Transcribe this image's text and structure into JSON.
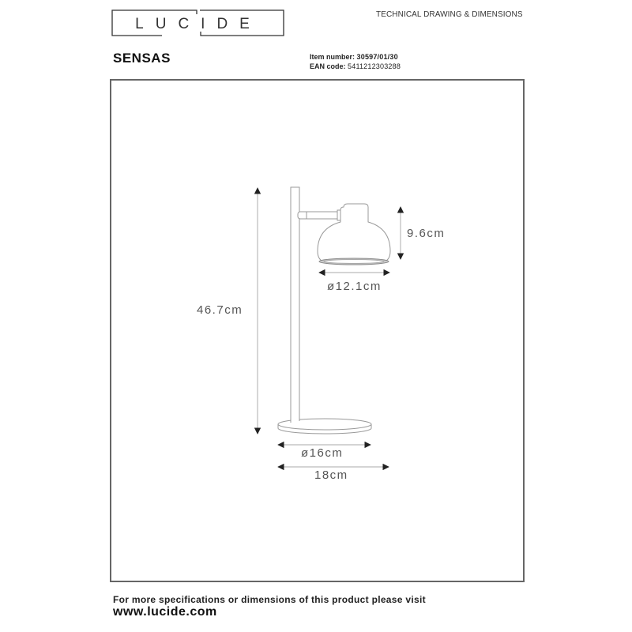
{
  "header": {
    "brand": "LUCIDE",
    "document_type": "TECHNICAL DRAWING & DIMENSIONS"
  },
  "product": {
    "name": "SENSAS",
    "item_number_label": "Item number:",
    "item_number": "30597/01/30",
    "ean_label": "EAN code:",
    "ean": "5411212303288"
  },
  "drawing": {
    "subject": "table-lamp",
    "dimensions": {
      "total_height": "46.7cm",
      "shade_height": "9.6cm",
      "shade_diameter": "ø12.1cm",
      "base_diameter": "ø16cm",
      "total_width": "18cm"
    },
    "line_color": "#888888",
    "arrow_color": "#222222"
  },
  "footer": {
    "text": "For more specifications or dimensions of this product please visit",
    "url": "www.lucide.com"
  }
}
